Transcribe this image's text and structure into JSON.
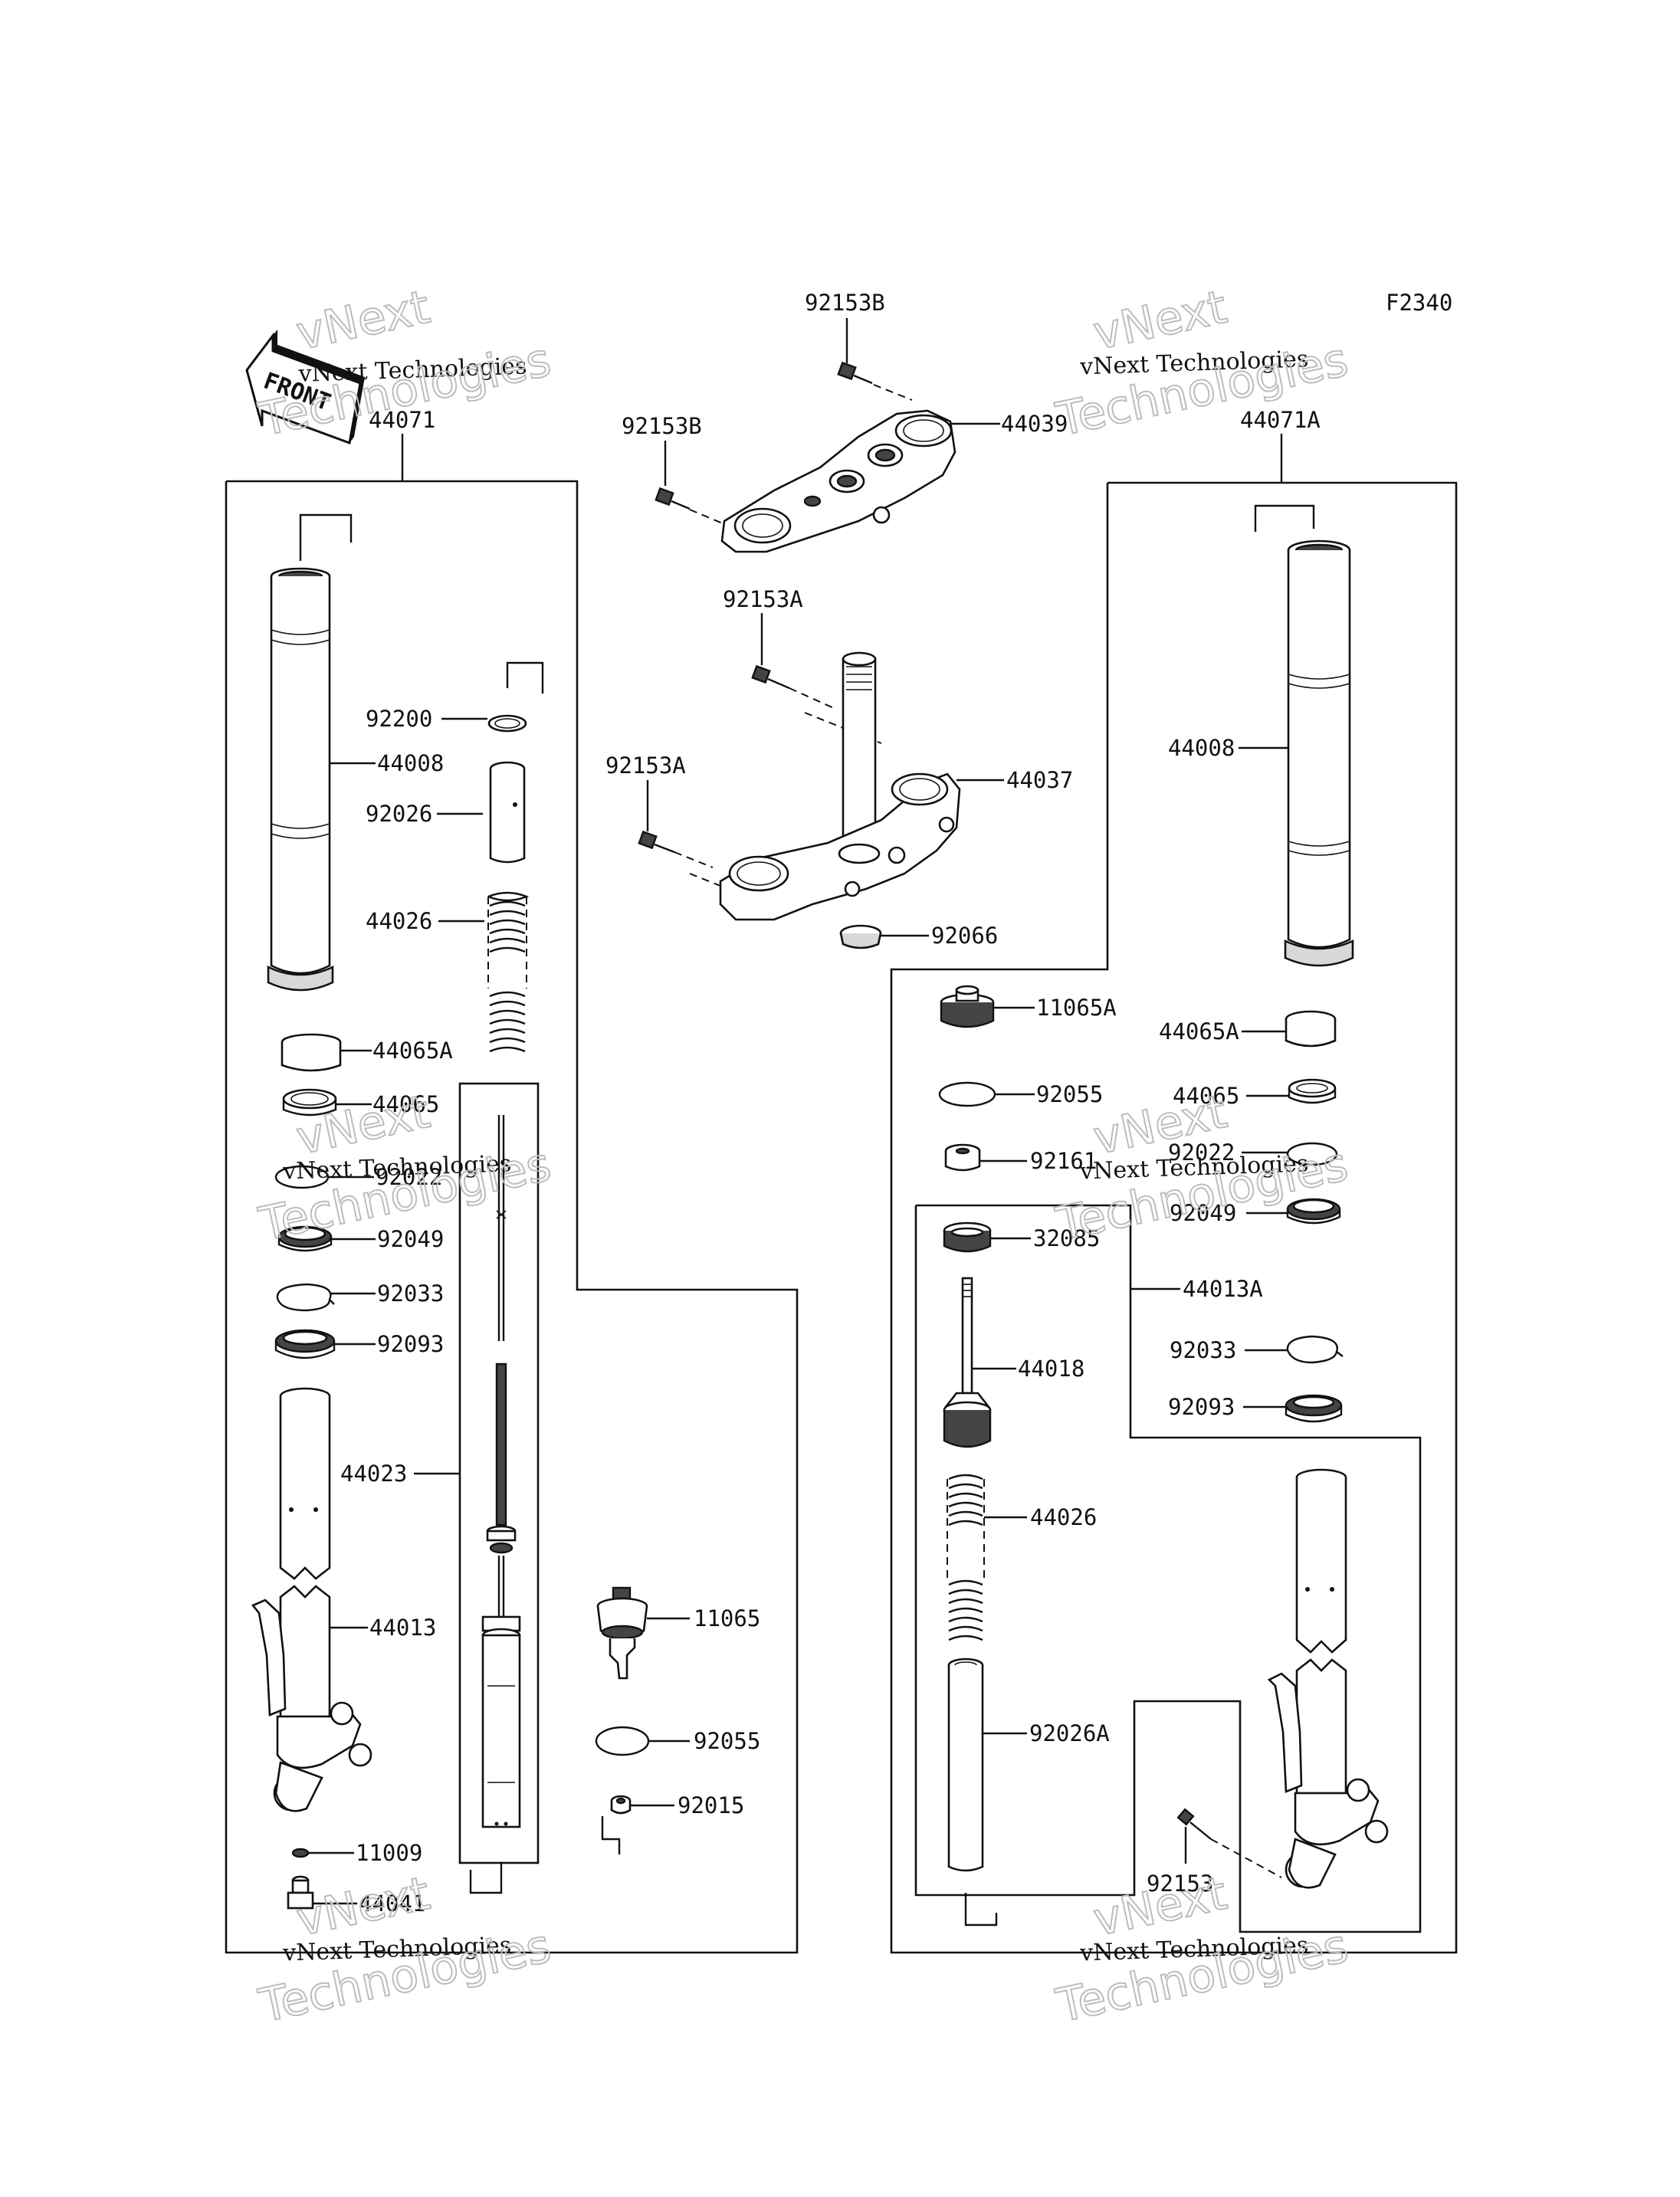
{
  "diagram_code": "F2340",
  "front_label": "FRONT",
  "watermark": {
    "line1": "vNext Technologies",
    "line2_a": "vNext",
    "line2_b": "Technologies"
  },
  "labels": {
    "p44071": "44071",
    "p44071A": "44071A",
    "p92153B_top": "92153B",
    "p92153B_left": "92153B",
    "p44039": "44039",
    "p92153A_top": "92153A",
    "p92153A_left": "92153A",
    "p44037": "44037",
    "p92066": "92066",
    "p92200": "92200",
    "p44008_left": "44008",
    "p92026": "92026",
    "p44026_left": "44026",
    "p44065A_left": "44065A",
    "p44065_left": "44065",
    "p92022_left": "92022",
    "p92049_left": "92049",
    "p92033_left": "92033",
    "p92093_left": "92093",
    "p44023": "44023",
    "p44013": "44013",
    "p11009": "11009",
    "p44041": "44041",
    "p11065": "11065",
    "p92055_mid": "92055",
    "p92015": "92015",
    "p44008_right": "44008",
    "p11065A": "11065A",
    "p44065A_right": "44065A",
    "p92055_right": "92055",
    "p44065_right": "44065",
    "p92161": "92161",
    "p92022_right": "92022",
    "p92049_right": "92049",
    "p32085": "32085",
    "p44013A": "44013A",
    "p44018": "44018",
    "p92033_right": "92033",
    "p92093_right": "92093",
    "p44026_right": "44026",
    "p92026A": "92026A",
    "p92153": "92153"
  }
}
